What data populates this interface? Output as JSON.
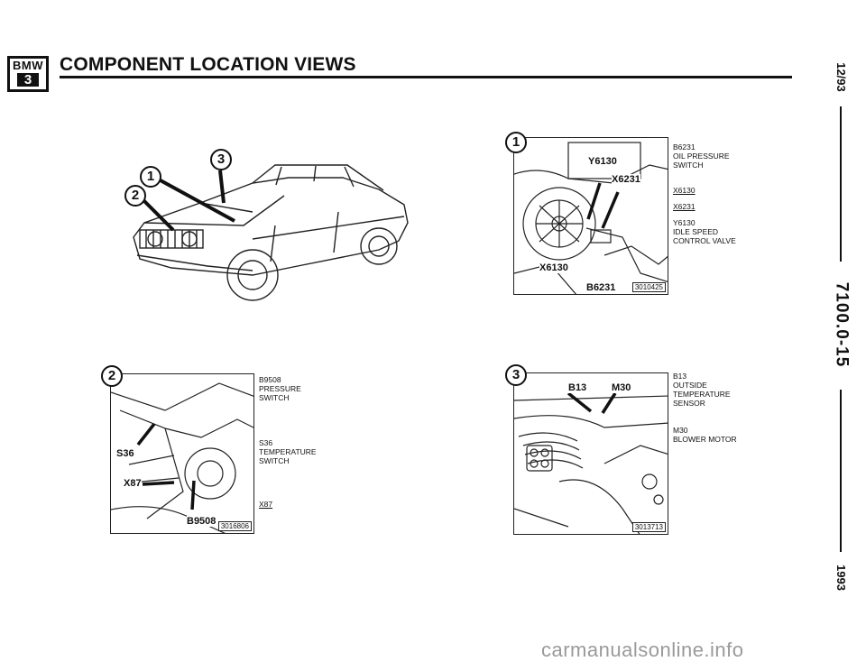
{
  "header": {
    "logo_brand": "BMW",
    "logo_series": "3",
    "title": "COMPONENT LOCATION VIEWS"
  },
  "sidebar": {
    "date": "12/93",
    "page_number": "7100.0-15",
    "year": "1993"
  },
  "overview": {
    "callouts": [
      "1",
      "2",
      "3"
    ]
  },
  "view1": {
    "number": "1",
    "labels": [
      "Y6130",
      "X6231",
      "X6130",
      "B6231"
    ],
    "fig_code": "3010425",
    "legend": [
      {
        "code": "B6231",
        "desc": [
          "OIL PRESSURE",
          "SWITCH"
        ]
      },
      {
        "code": "X6130",
        "desc": []
      },
      {
        "code": "X6231",
        "desc": []
      },
      {
        "code": "Y6130",
        "desc": [
          "IDLE SPEED",
          "CONTROL VALVE"
        ]
      }
    ]
  },
  "view2": {
    "number": "2",
    "labels": [
      "S36",
      "X87",
      "B9508"
    ],
    "fig_code": "3016806",
    "legend": [
      {
        "code": "B9508",
        "desc": [
          "PRESSURE",
          "SWITCH"
        ]
      },
      {
        "code": "S36",
        "desc": [
          "TEMPERATURE",
          "SWITCH"
        ]
      },
      {
        "code": "X87",
        "desc": []
      }
    ]
  },
  "view3": {
    "number": "3",
    "labels": [
      "B13",
      "M30"
    ],
    "fig_code": "3013713",
    "legend": [
      {
        "code": "B13",
        "desc": [
          "OUTSIDE",
          "TEMPERATURE",
          "SENSOR"
        ]
      },
      {
        "code": "M30",
        "desc": [
          "BLOWER MOTOR"
        ]
      }
    ]
  },
  "watermark": "carmanualsonline.info"
}
